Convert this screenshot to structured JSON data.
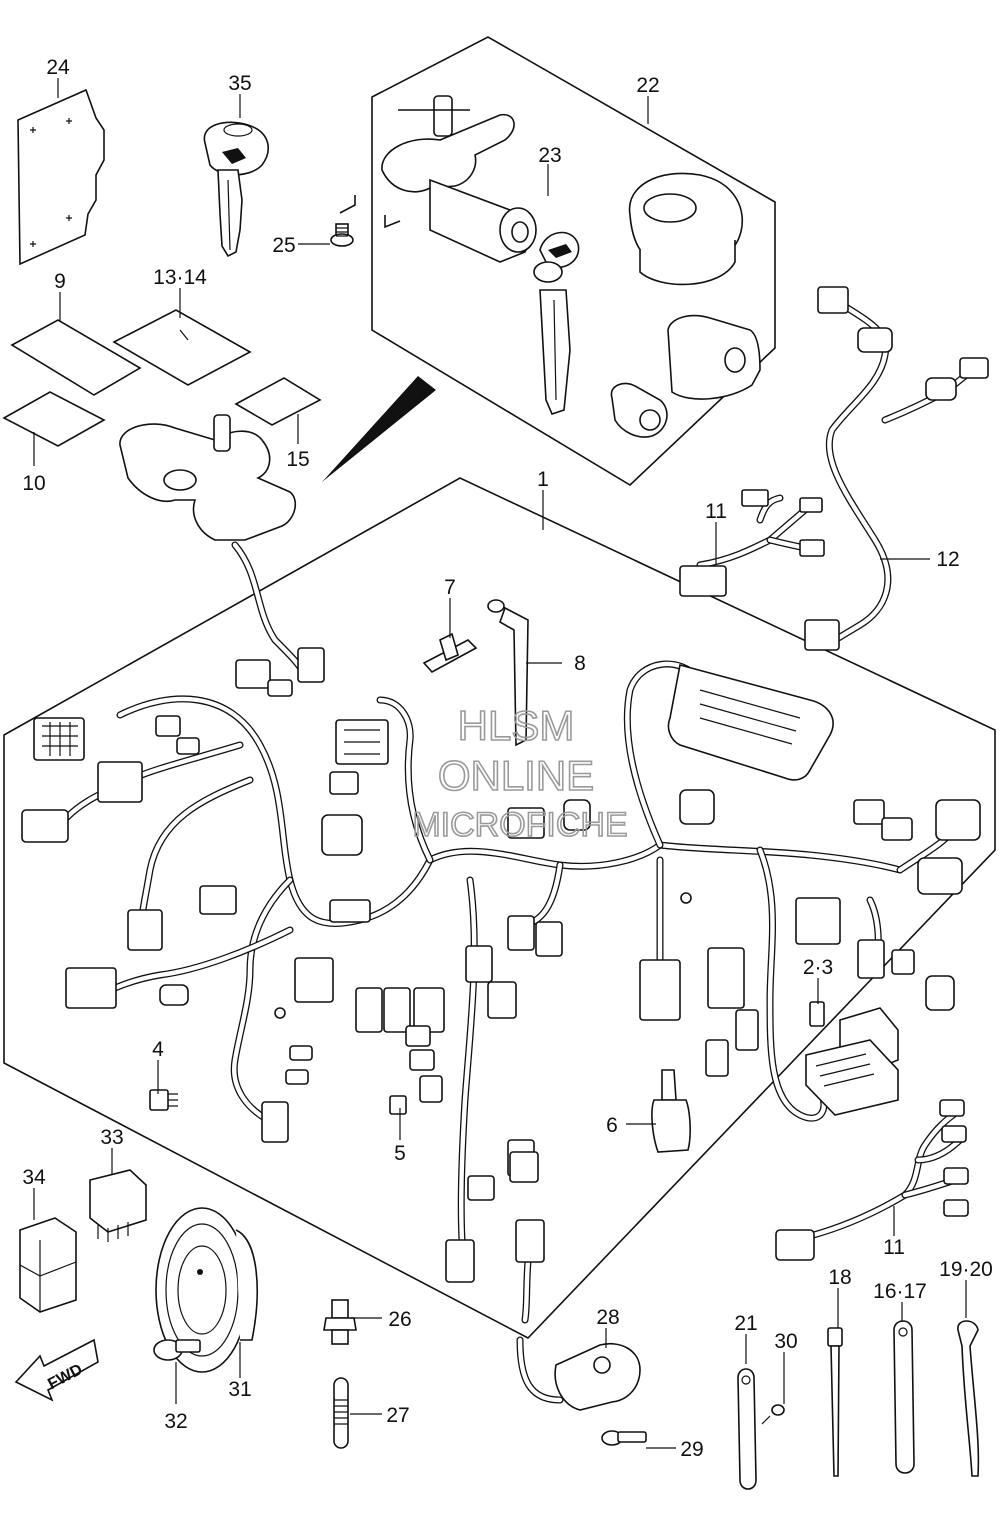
{
  "watermark": {
    "line1": "HLSM",
    "line2": "ONLINE",
    "line3": "MICROFICHE"
  },
  "direction_badge": "FWD",
  "callouts": [
    {
      "id": "24",
      "text": "24"
    },
    {
      "id": "35",
      "text": "35"
    },
    {
      "id": "22",
      "text": "22"
    },
    {
      "id": "23",
      "text": "23"
    },
    {
      "id": "25",
      "text": "25"
    },
    {
      "id": "9",
      "text": "9"
    },
    {
      "id": "13-14",
      "text": "13·14"
    },
    {
      "id": "10",
      "text": "10"
    },
    {
      "id": "15",
      "text": "15"
    },
    {
      "id": "1",
      "text": "1"
    },
    {
      "id": "12",
      "text": "12"
    },
    {
      "id": "11a",
      "text": "11"
    },
    {
      "id": "7",
      "text": "7"
    },
    {
      "id": "8",
      "text": "8"
    },
    {
      "id": "2-3",
      "text": "2·3"
    },
    {
      "id": "4",
      "text": "4"
    },
    {
      "id": "5",
      "text": "5"
    },
    {
      "id": "6",
      "text": "6"
    },
    {
      "id": "33",
      "text": "33"
    },
    {
      "id": "34",
      "text": "34"
    },
    {
      "id": "11b",
      "text": "11"
    },
    {
      "id": "18",
      "text": "18"
    },
    {
      "id": "16-17",
      "text": "16·17"
    },
    {
      "id": "19-20",
      "text": "19·20"
    },
    {
      "id": "21",
      "text": "21"
    },
    {
      "id": "30",
      "text": "30"
    },
    {
      "id": "26",
      "text": "26"
    },
    {
      "id": "28",
      "text": "28"
    },
    {
      "id": "27",
      "text": "27"
    },
    {
      "id": "29",
      "text": "29"
    },
    {
      "id": "31",
      "text": "31"
    },
    {
      "id": "32",
      "text": "32"
    }
  ]
}
